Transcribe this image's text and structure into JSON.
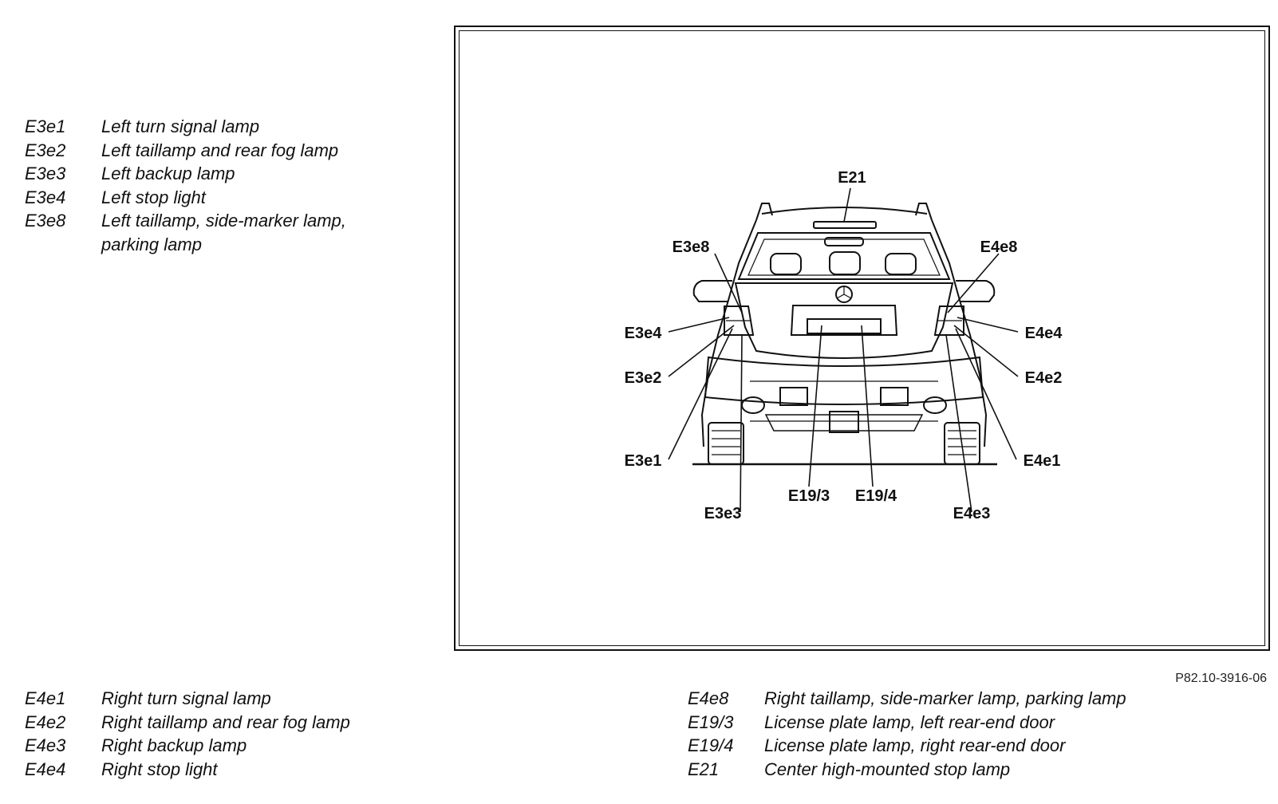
{
  "legend_top": [
    {
      "code": "E3e1",
      "text": "Left turn signal lamp"
    },
    {
      "code": "E3e2",
      "text": "Left taillamp and rear fog lamp"
    },
    {
      "code": "E3e3",
      "text": "Left backup lamp"
    },
    {
      "code": "E3e4",
      "text": "Left stop light"
    },
    {
      "code": "E3e8",
      "text": "Left taillamp, side-marker lamp, parking lamp"
    }
  ],
  "legend_bottom_left": [
    {
      "code": "E4e1",
      "text": "Right turn signal lamp"
    },
    {
      "code": "E4e2",
      "text": "Right taillamp and rear fog lamp"
    },
    {
      "code": "E4e3",
      "text": "Right backup lamp"
    },
    {
      "code": "E4e4",
      "text": "Right stop light"
    }
  ],
  "legend_bottom_right": [
    {
      "code": "E4e8",
      "text": "Right taillamp, side-marker lamp, parking lamp"
    },
    {
      "code": "E19/3",
      "text": "License plate lamp, left rear-end door"
    },
    {
      "code": "E19/4",
      "text": "License plate lamp, right rear-end door"
    },
    {
      "code": "E21",
      "text": "Center high-mounted stop lamp"
    }
  ],
  "figure_id": "P82.10-3916-06",
  "callouts": {
    "e21": "E21",
    "e3e8": "E3e8",
    "e4e8": "E4e8",
    "e3e4": "E3e4",
    "e4e4": "E4e4",
    "e3e2": "E3e2",
    "e4e2": "E4e2",
    "e3e1": "E3e1",
    "e4e1": "E4e1",
    "e19_3": "E19/3",
    "e19_4": "E19/4",
    "e3e3": "E3e3",
    "e4e3": "E4e3"
  }
}
